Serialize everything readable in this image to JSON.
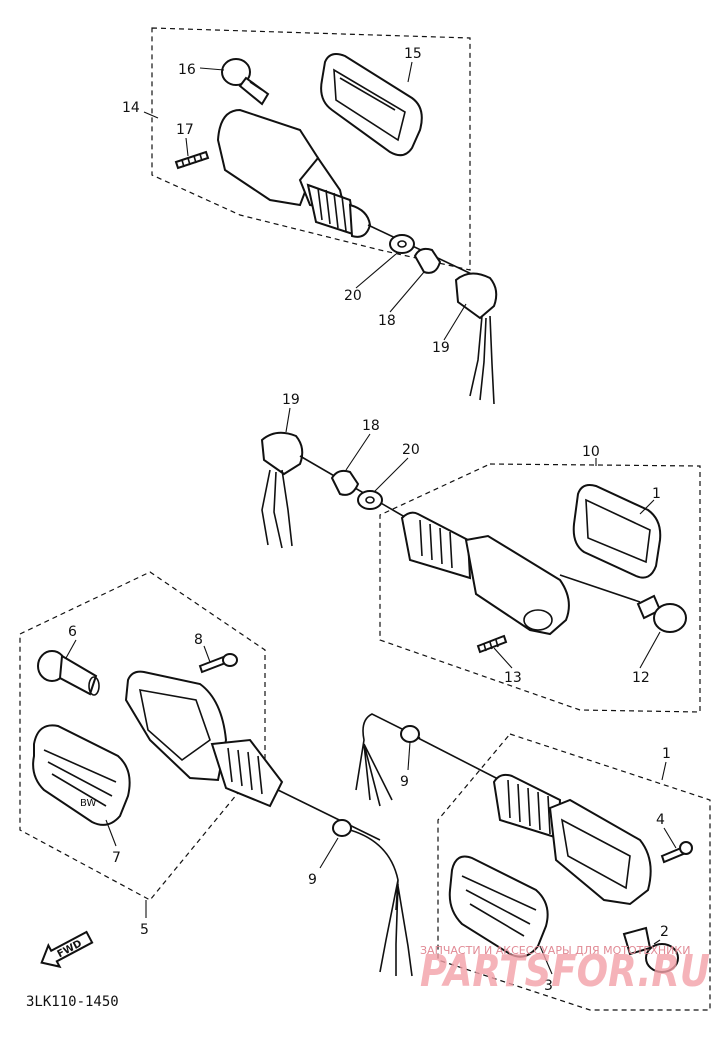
{
  "callouts": [
    {
      "id": "c16",
      "label": "16"
    },
    {
      "id": "c15",
      "label": "15"
    },
    {
      "id": "c14",
      "label": "14"
    },
    {
      "id": "c17",
      "label": "17"
    },
    {
      "id": "c20a",
      "label": "20"
    },
    {
      "id": "c18a",
      "label": "18"
    },
    {
      "id": "c19a",
      "label": "19"
    },
    {
      "id": "c19b",
      "label": "19"
    },
    {
      "id": "c18b",
      "label": "18"
    },
    {
      "id": "c20b",
      "label": "20"
    },
    {
      "id": "c10",
      "label": "10"
    },
    {
      "id": "c11",
      "label": "1"
    },
    {
      "id": "c13",
      "label": "13"
    },
    {
      "id": "c12",
      "label": "12"
    },
    {
      "id": "c6",
      "label": "6"
    },
    {
      "id": "c8",
      "label": "8"
    },
    {
      "id": "c7",
      "label": "7"
    },
    {
      "id": "c5",
      "label": "5"
    },
    {
      "id": "c9a",
      "label": "9"
    },
    {
      "id": "c9b",
      "label": "9"
    },
    {
      "id": "c1",
      "label": "1"
    },
    {
      "id": "c4",
      "label": "4"
    },
    {
      "id": "c2",
      "label": "2"
    },
    {
      "id": "c3",
      "label": "3"
    }
  ],
  "lens_marking": "BW",
  "direction_marker": "FWD",
  "diagram_code": "3LK110-1450",
  "watermark": {
    "tagline": "ЗАПЧАСТИ И АКСЕССУАРЫ ДЛЯ МОТОТЕХНИКИ",
    "brand": "PARTSFOR.RU"
  }
}
